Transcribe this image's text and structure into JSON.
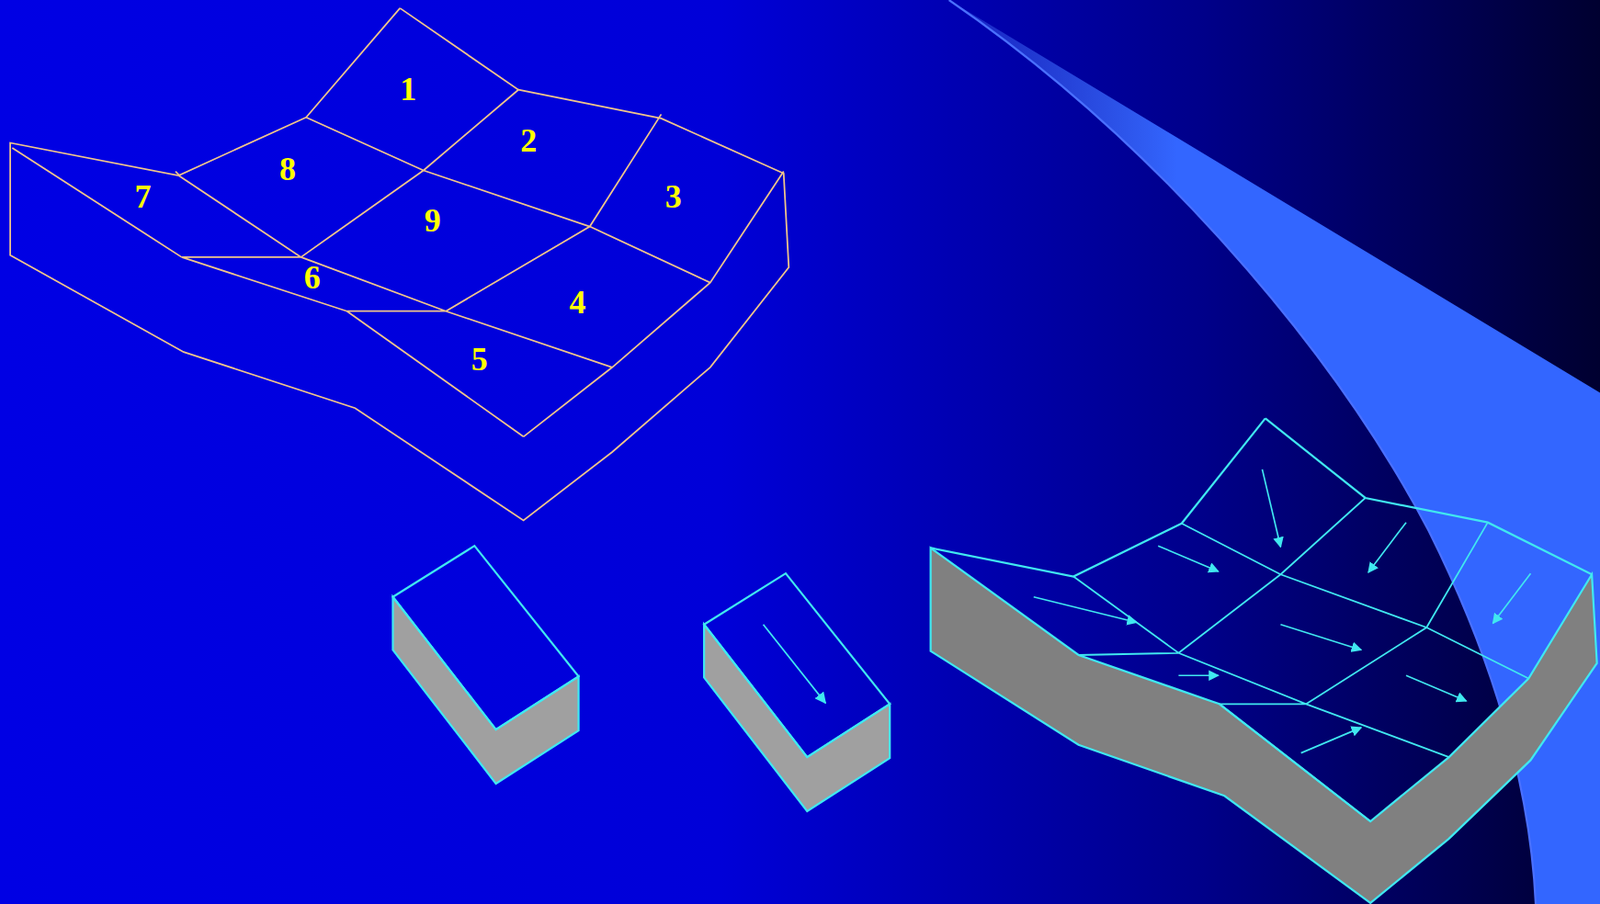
{
  "diagram": {
    "labels": [
      "1",
      "2",
      "8",
      "7",
      "3",
      "9",
      "6",
      "4",
      "5"
    ]
  }
}
